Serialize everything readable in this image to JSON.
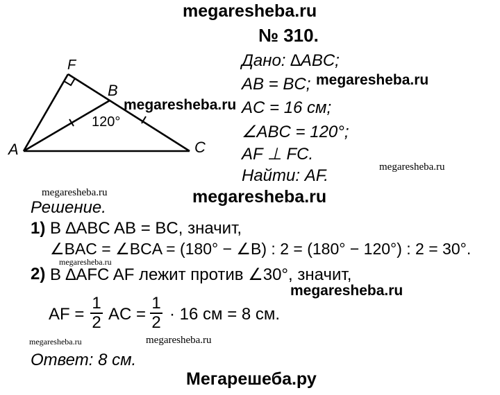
{
  "watermarks": {
    "top": "megaresheba.ru",
    "given_right": "megaresheba.ru",
    "diagram": "megaresheba.ru",
    "find_right": "megaresheba.ru",
    "solution_left": "megaresheba.ru",
    "solution_center": "megaresheba.ru",
    "step2_left": "megaresheba.ru",
    "step2_right": "megaresheba.ru",
    "answer_left": "megaresheba.ru",
    "answer_center": "megaresheba.ru",
    "bottom": "Мегарешеба.ру"
  },
  "problem": {
    "number": "№ 310."
  },
  "given": {
    "line1": "Дано: ∆ABC;",
    "line2": "AB = BC;",
    "line3": "AC = 16 см;",
    "line4": "∠ABC = 120°;",
    "line5": "AF ⊥ FC.",
    "line6": "Найти: AF."
  },
  "diagram": {
    "labels": {
      "A": "A",
      "B": "B",
      "C": "C",
      "F": "F",
      "angle": "120°"
    }
  },
  "solution": {
    "heading": "Решение.",
    "step1_num": "1)",
    "step1_line1": "В ∆ABC AB = BC, значит,",
    "step1_line2": "∠BAC = ∠BCA = (180° − ∠B) : 2 = (180° − 120°) : 2 = 30°.",
    "step2_num": "2)",
    "step2_line1": "В ∆AFC AF лежит против ∠30°, значит,",
    "formula_lhs": "AF =",
    "frac1_num": "1",
    "frac1_den": "2",
    "formula_mid": "AC =",
    "frac2_num": "1",
    "frac2_den": "2",
    "formula_rhs": "· 16 см = 8 см."
  },
  "answer": {
    "text": "Ответ: 8 см."
  }
}
